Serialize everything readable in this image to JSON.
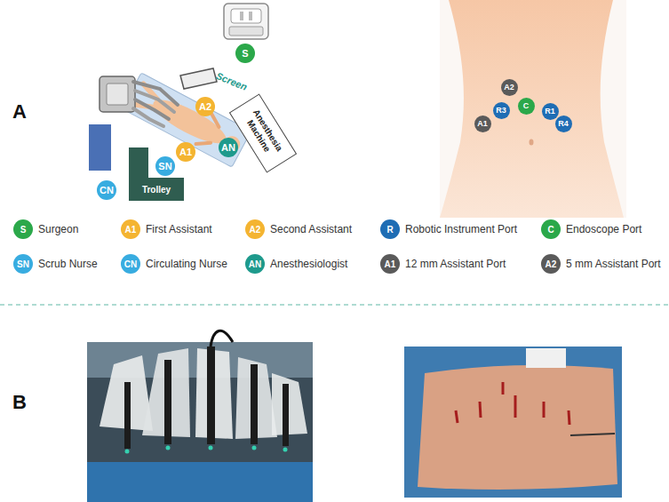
{
  "diagram": {
    "nodes": [
      {
        "text": [
          "S"
        ]
      },
      {
        "text": [
          "A2"
        ]
      },
      {
        "text": [
          "Anesthesia Machine"
        ]
      },
      {
        "text": [
          "Trolley"
        ]
      },
      {
        "text": [
          "AN"
        ]
      },
      {
        "text": [
          "A1"
        ]
      },
      {
        "text": [
          "SN"
        ]
      },
      {
        "text": [
          "CN"
        ]
      },
      {
        "text": [
          "A2"
        ]
      },
      {
        "text": [
          "R3"
        ]
      },
      {
        "text": [
          "C"
        ]
      },
      {
        "text": [
          "R1"
        ]
      },
      {
        "text": [
          "A1"
        ]
      },
      {
        "text": [
          "R4"
        ]
      }
    ],
    "labels": [
      "A",
      "Screen",
      "S",
      "A1",
      "A2",
      "R",
      "C",
      "SN",
      "CN",
      "AN",
      "A1",
      "A2",
      "B"
    ],
    "legend": [
      {
        "text": "Surgeon",
        "color": "#2ba84a"
      },
      {
        "text": "First Assistant",
        "color": "#f4b431"
      },
      {
        "text": "Second Assistant",
        "color": "#f4b431"
      },
      {
        "text": "Robotic Instrument Port",
        "color": "#1f6db4"
      },
      {
        "text": "Endoscope Port",
        "color": "#2ba84a"
      },
      {
        "text": "Scrub Nurse",
        "color": "#38ace0"
      },
      {
        "text": "Circulating Nurse",
        "color": "#38ace0"
      },
      {
        "text": "Anesthesiologist",
        "color": "#1e9a8c"
      },
      {
        "text": "12 mm Assistant Port",
        "color": "#5a5a5a"
      },
      {
        "text": "5 mm Assistant Port",
        "color": "#5a5a5a"
      }
    ]
  }
}
